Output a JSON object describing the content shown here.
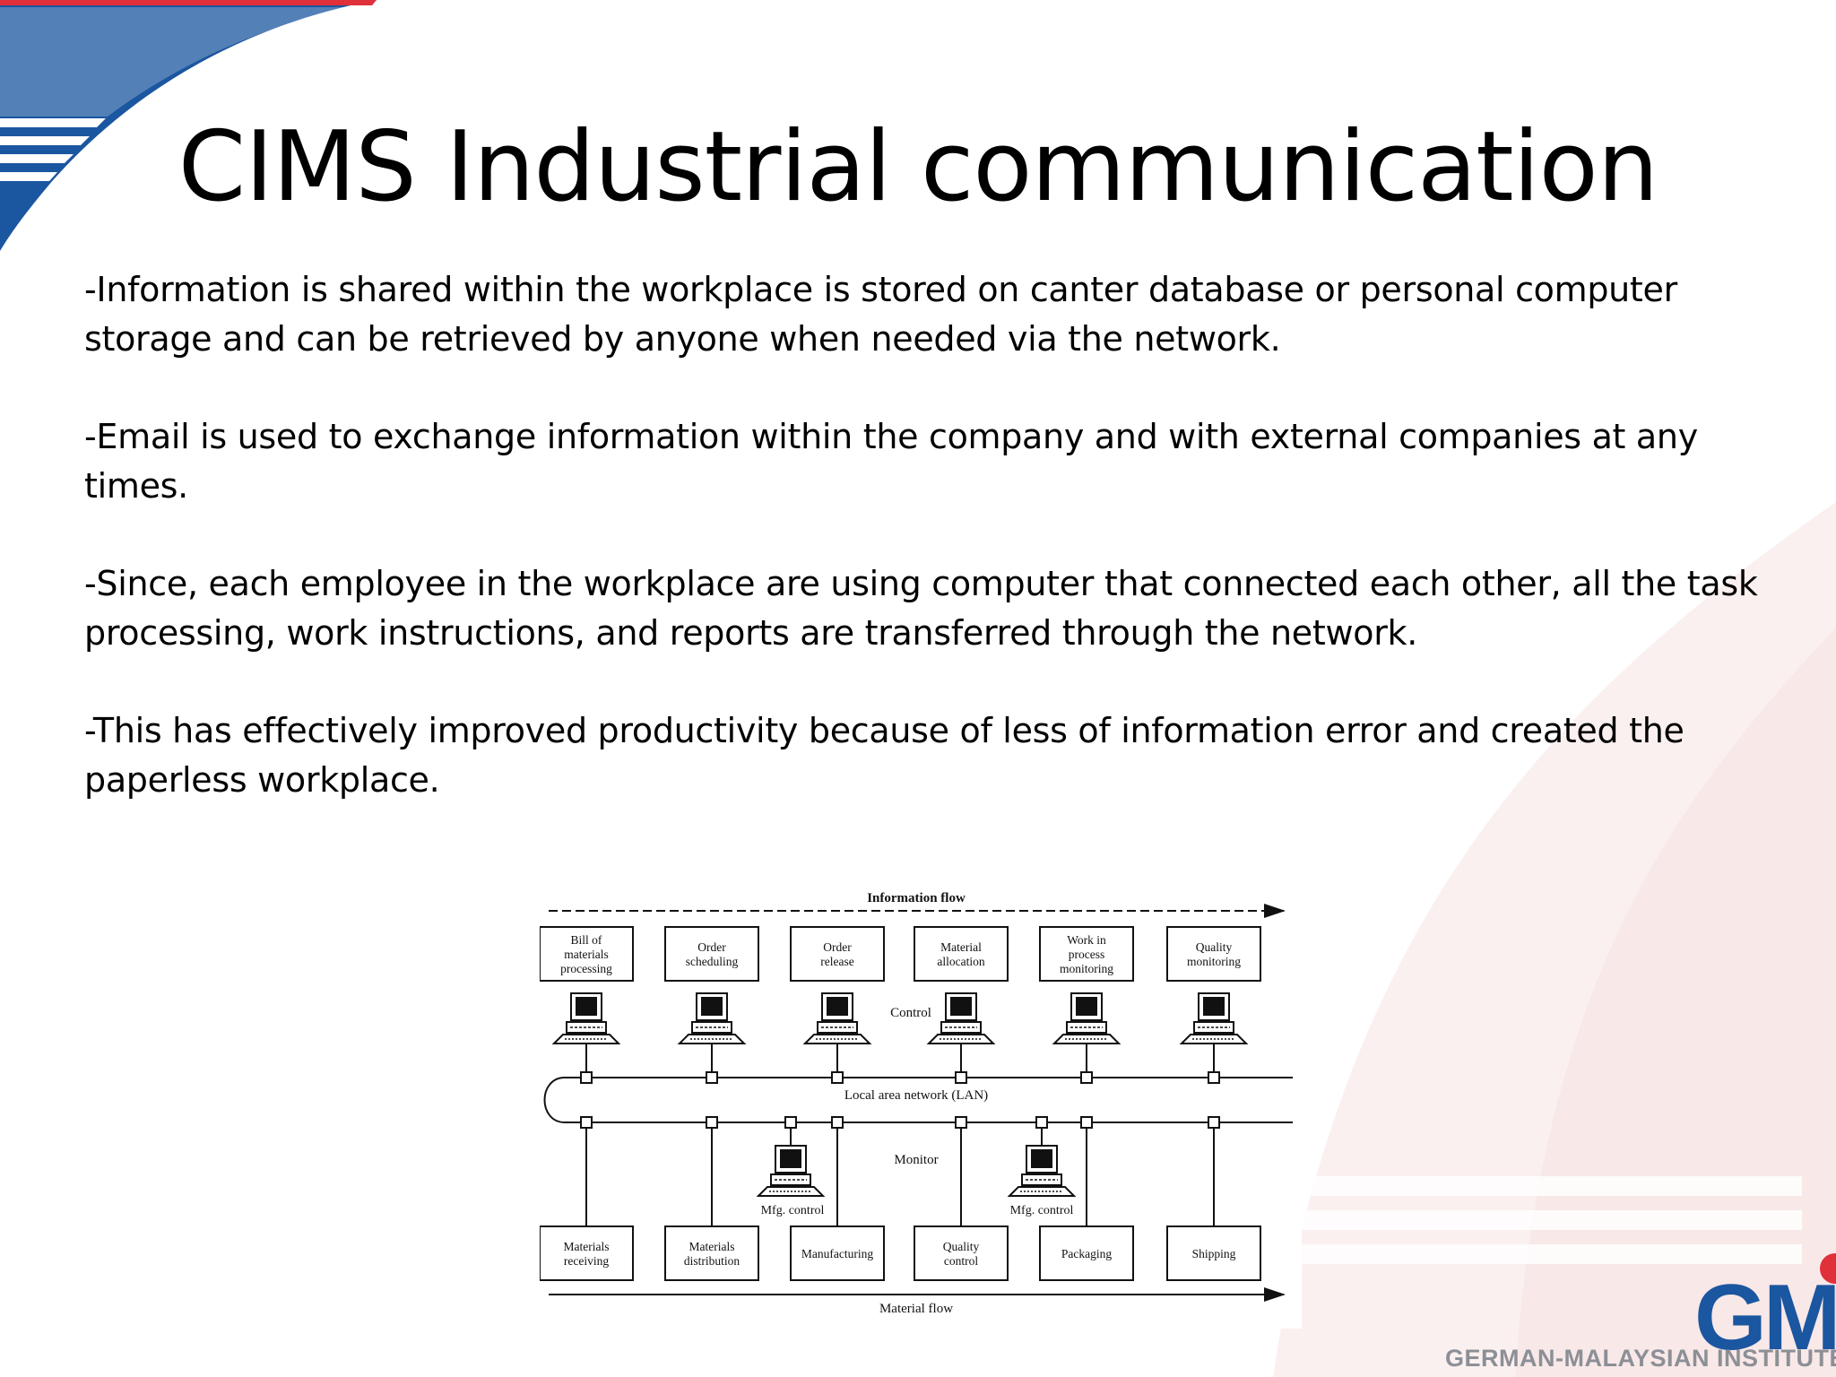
{
  "slide": {
    "title": "CIMS Industrial communication",
    "bullets": [
      "-Information is shared within the workplace is stored on canter database or personal computer storage and can be retrieved by anyone when needed via the network.",
      "-Email is used to exchange information within the company and with external companies at any times.",
      "-Since, each employee in the workplace are using computer that connected each other, all the task processing, work instructions, and reports are transferred through the network.",
      "-This has effectively improved productivity because of less of information error and created the paperless workplace."
    ]
  },
  "diagram": {
    "information_flow": "Information flow",
    "material_flow": "Material flow",
    "control": "Control",
    "lan": "Local area network (LAN)",
    "monitor": "Monitor",
    "mfg_control": "Mfg. control",
    "top_boxes": [
      [
        "Bill of",
        "materials",
        "processing"
      ],
      [
        "Order",
        "scheduling"
      ],
      [
        "Order",
        "release"
      ],
      [
        "Material",
        "allocation"
      ],
      [
        "Work in",
        "process",
        "monitoring"
      ],
      [
        "Quality",
        "monitoring"
      ]
    ],
    "bottom_boxes": [
      [
        "Materials",
        "receiving"
      ],
      [
        "Materials",
        "distribution"
      ],
      [
        "Manufacturing"
      ],
      [
        "Quality",
        "control"
      ],
      [
        "Packaging"
      ],
      [
        "Shipping"
      ]
    ]
  },
  "logo": {
    "mark": "GMI",
    "name": "GERMAN-MALAYSIAN INSTITUTE"
  },
  "colors": {
    "brand_blue": "#1b56a0",
    "accent_red": "#e0303a",
    "logo_gray": "#8c8f96"
  }
}
